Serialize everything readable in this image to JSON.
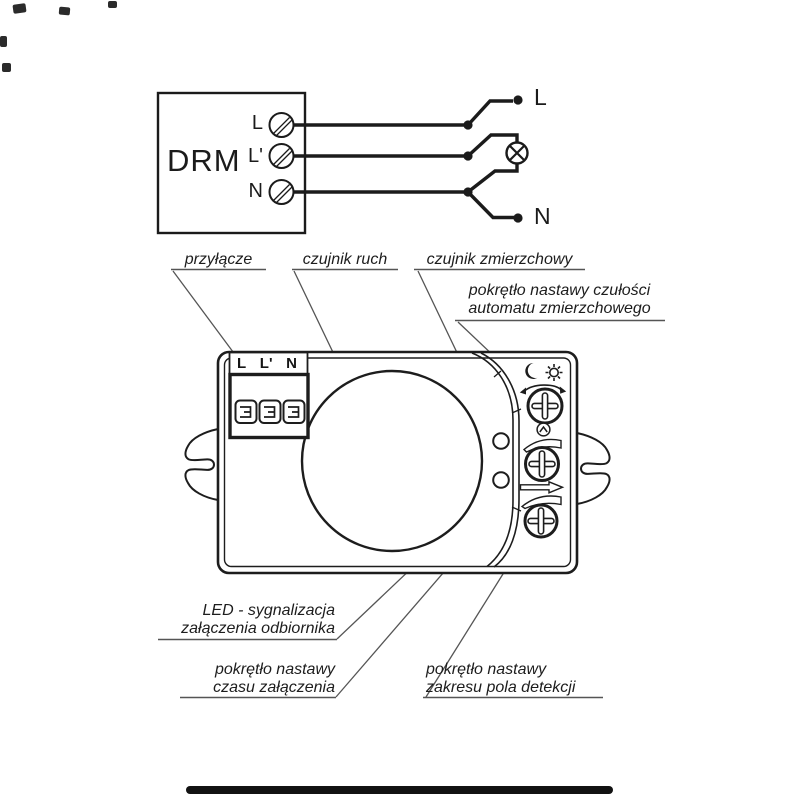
{
  "colors": {
    "ink": "#1d1d1d",
    "wire": "#1b1b1b",
    "leader": "#555555",
    "background": "#ffffff",
    "bottom_bar": "#121212"
  },
  "wiring": {
    "device_label": "DRM",
    "terminal_l": "L",
    "terminal_l_prime": "L'",
    "terminal_n": "N",
    "line_label": "L",
    "neutral_label": "N"
  },
  "device": {
    "strip_l": "L",
    "strip_l_prime": "L'",
    "strip_n": "N"
  },
  "callouts": {
    "connector": {
      "text": "przyłącze"
    },
    "motion_sensor": {
      "text": "czujnik ruch"
    },
    "twilight_sensor": {
      "text": "czujnik zmierzchowy"
    },
    "twilight_knob": {
      "line1": "pokrętło nastawy czułości",
      "line2": "automatu zmierzchowego"
    },
    "led": {
      "line1": "LED - sygnalizacja",
      "line2": "załączenia odbiornika"
    },
    "time_knob": {
      "line1": "pokrętło nastawy",
      "line2": "czasu załączenia"
    },
    "range_knob": {
      "line1": "pokrętło nastawy",
      "line2": "zakresu pola detekcji"
    }
  },
  "icons": [
    "screw-terminal-icon",
    "lamp-icon",
    "moon-icon",
    "sun-icon",
    "rotation-arrow-icon",
    "clock-icon",
    "level-wedge-icon",
    "range-arrow-icon",
    "phillips-knob-icon",
    "led-indicator",
    "wire-clamp-icon",
    "mounting-wing"
  ]
}
